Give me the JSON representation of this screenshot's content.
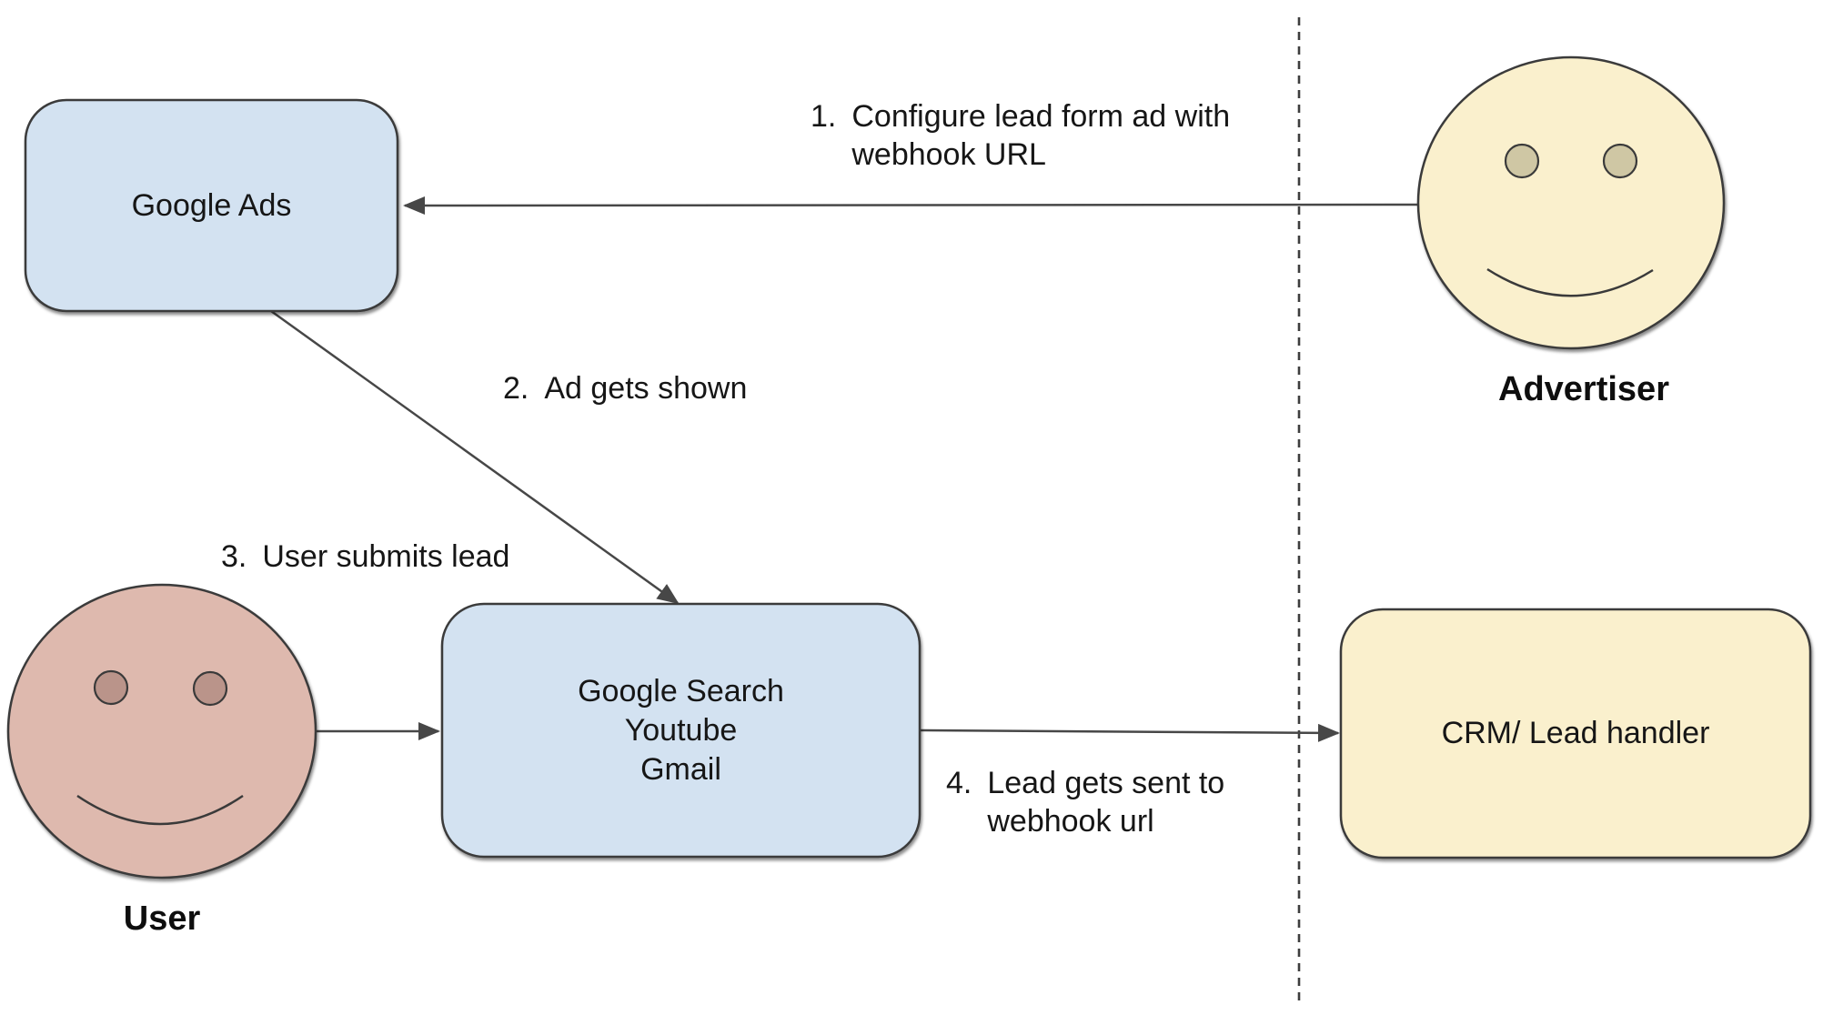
{
  "diagram": {
    "colors": {
      "node_blue": "#d3e2f1",
      "node_yellow": "#faf0cd",
      "face_pink": "#deb9ae",
      "eye_tan": "#cfc7a4",
      "eye_mauve": "#ba948a",
      "shape_stroke": "#3a3a3a",
      "connector": "#474747"
    },
    "nodes": {
      "google_ads": {
        "label": "Google Ads"
      },
      "platforms": {
        "lines": [
          "Google Search",
          "Youtube",
          "Gmail"
        ]
      },
      "crm": {
        "label": "CRM/ Lead handler"
      },
      "advertiser": {
        "label": "Advertiser"
      },
      "user": {
        "label": "User"
      }
    },
    "steps": [
      {
        "num": "1.",
        "line1": "Configure lead form ad with",
        "line2": "webhook URL"
      },
      {
        "num": "2.",
        "line1": "Ad gets shown"
      },
      {
        "num": "3.",
        "line1": "User submits lead"
      },
      {
        "num": "4.",
        "line1": "Lead gets sent to",
        "line2": "webhook url"
      }
    ]
  }
}
